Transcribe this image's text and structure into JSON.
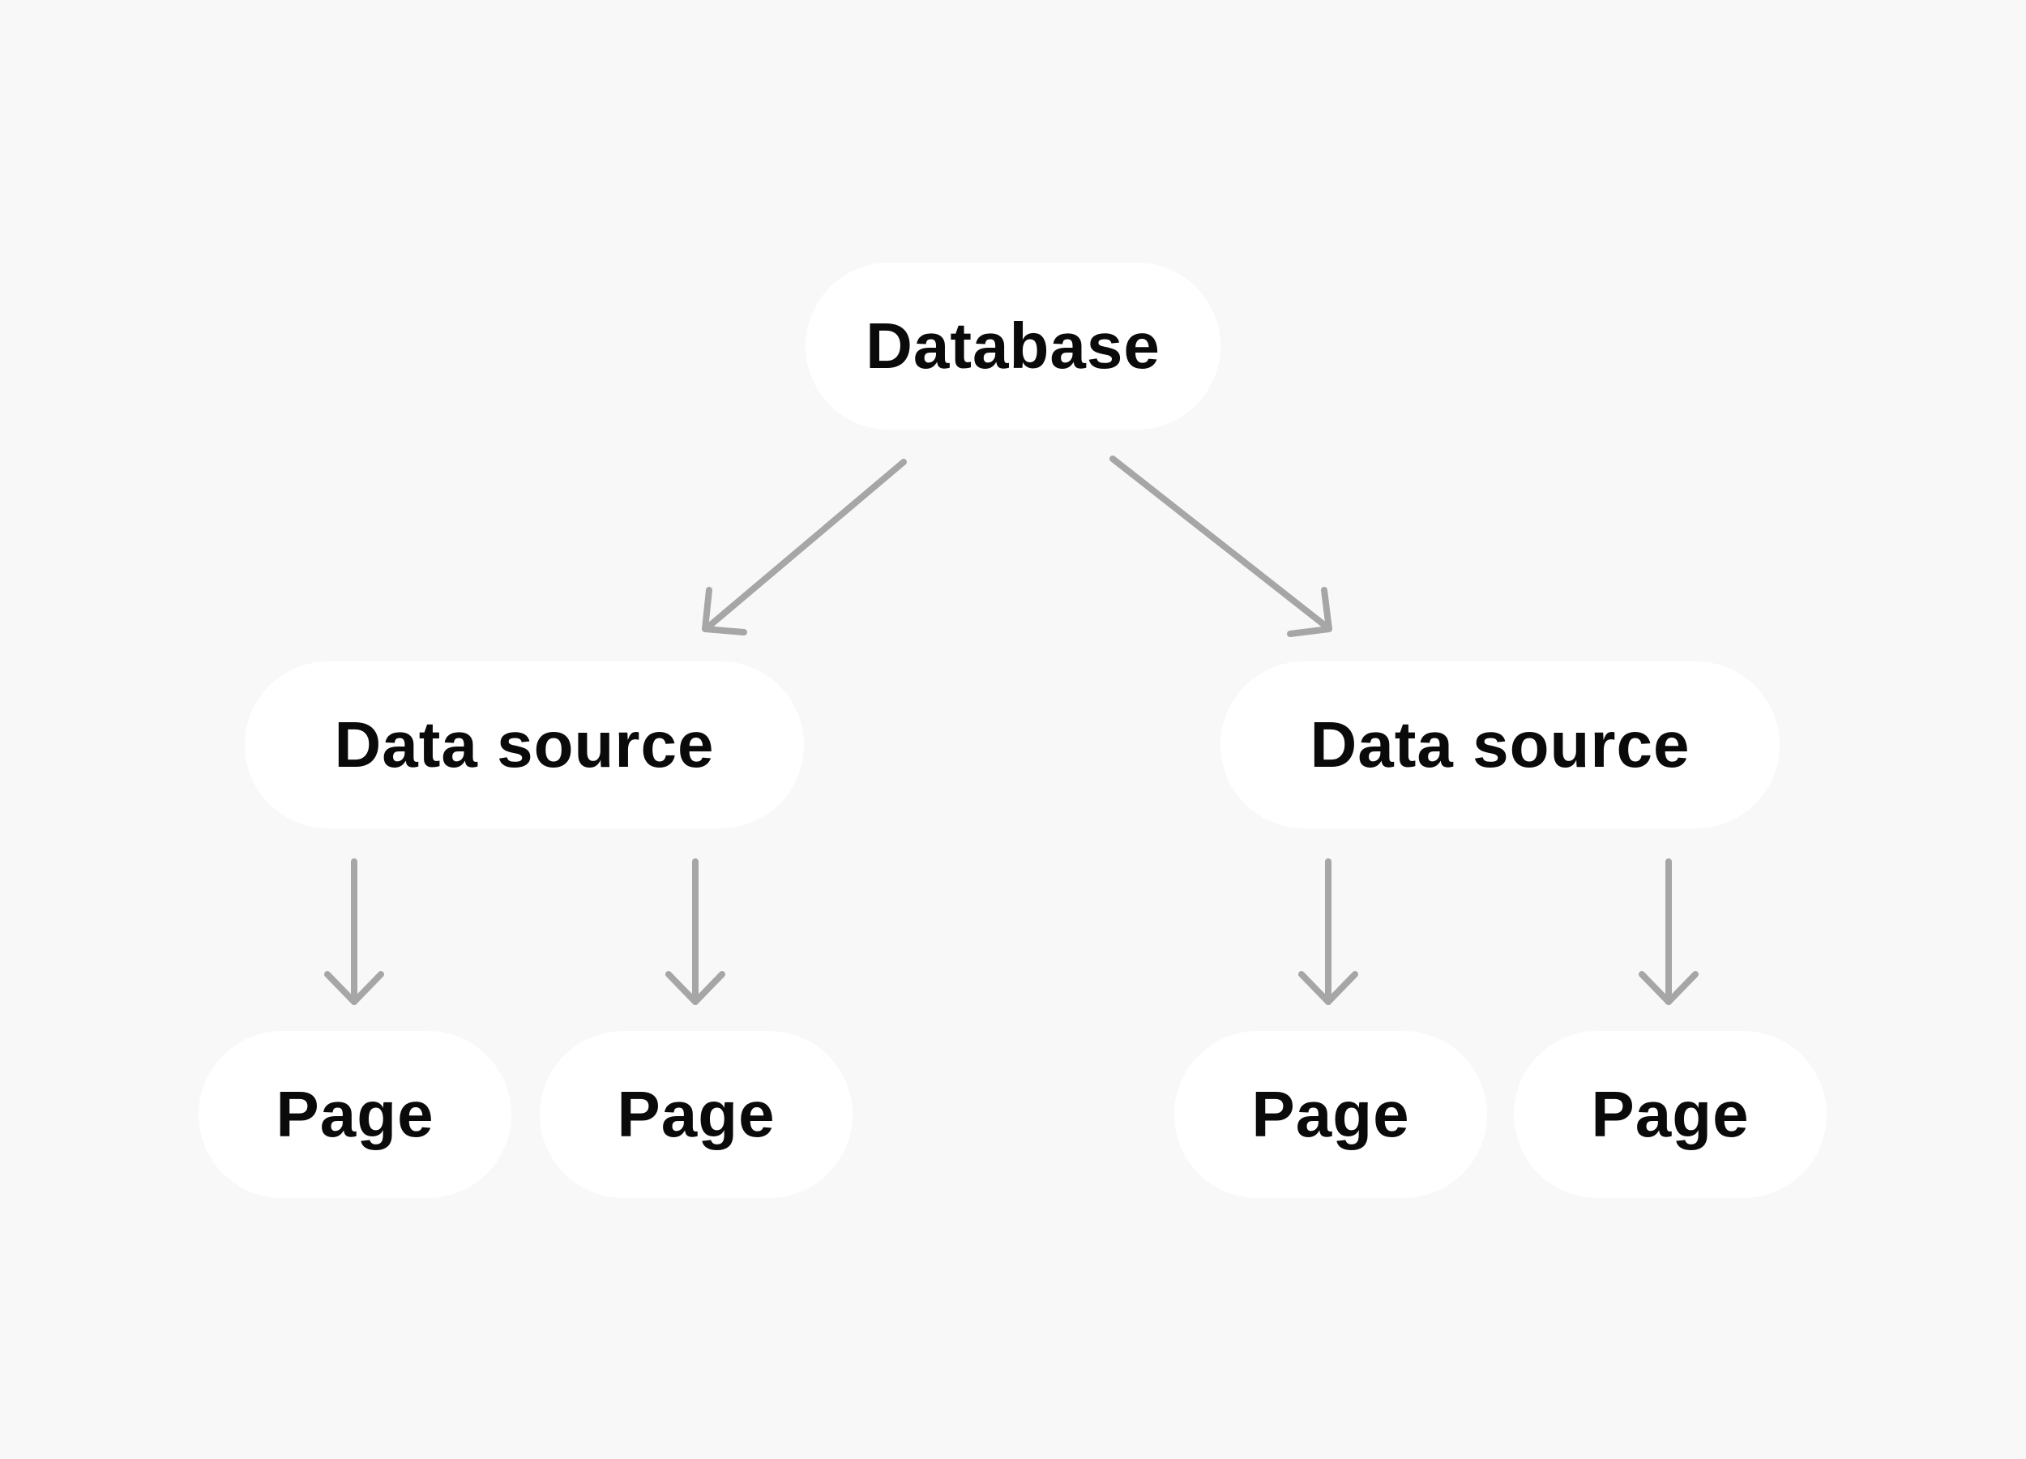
{
  "diagram": {
    "root": {
      "label": "Database"
    },
    "data_sources": [
      {
        "label": "Data source",
        "pages": [
          {
            "label": "Page"
          },
          {
            "label": "Page"
          }
        ]
      },
      {
        "label": "Data source",
        "pages": [
          {
            "label": "Page"
          },
          {
            "label": "Page"
          }
        ]
      }
    ]
  },
  "colors": {
    "background": "#f8f8f8",
    "node_fill": "#ffffff",
    "text": "#0a0a0a",
    "arrow": "#a6a6a6"
  }
}
